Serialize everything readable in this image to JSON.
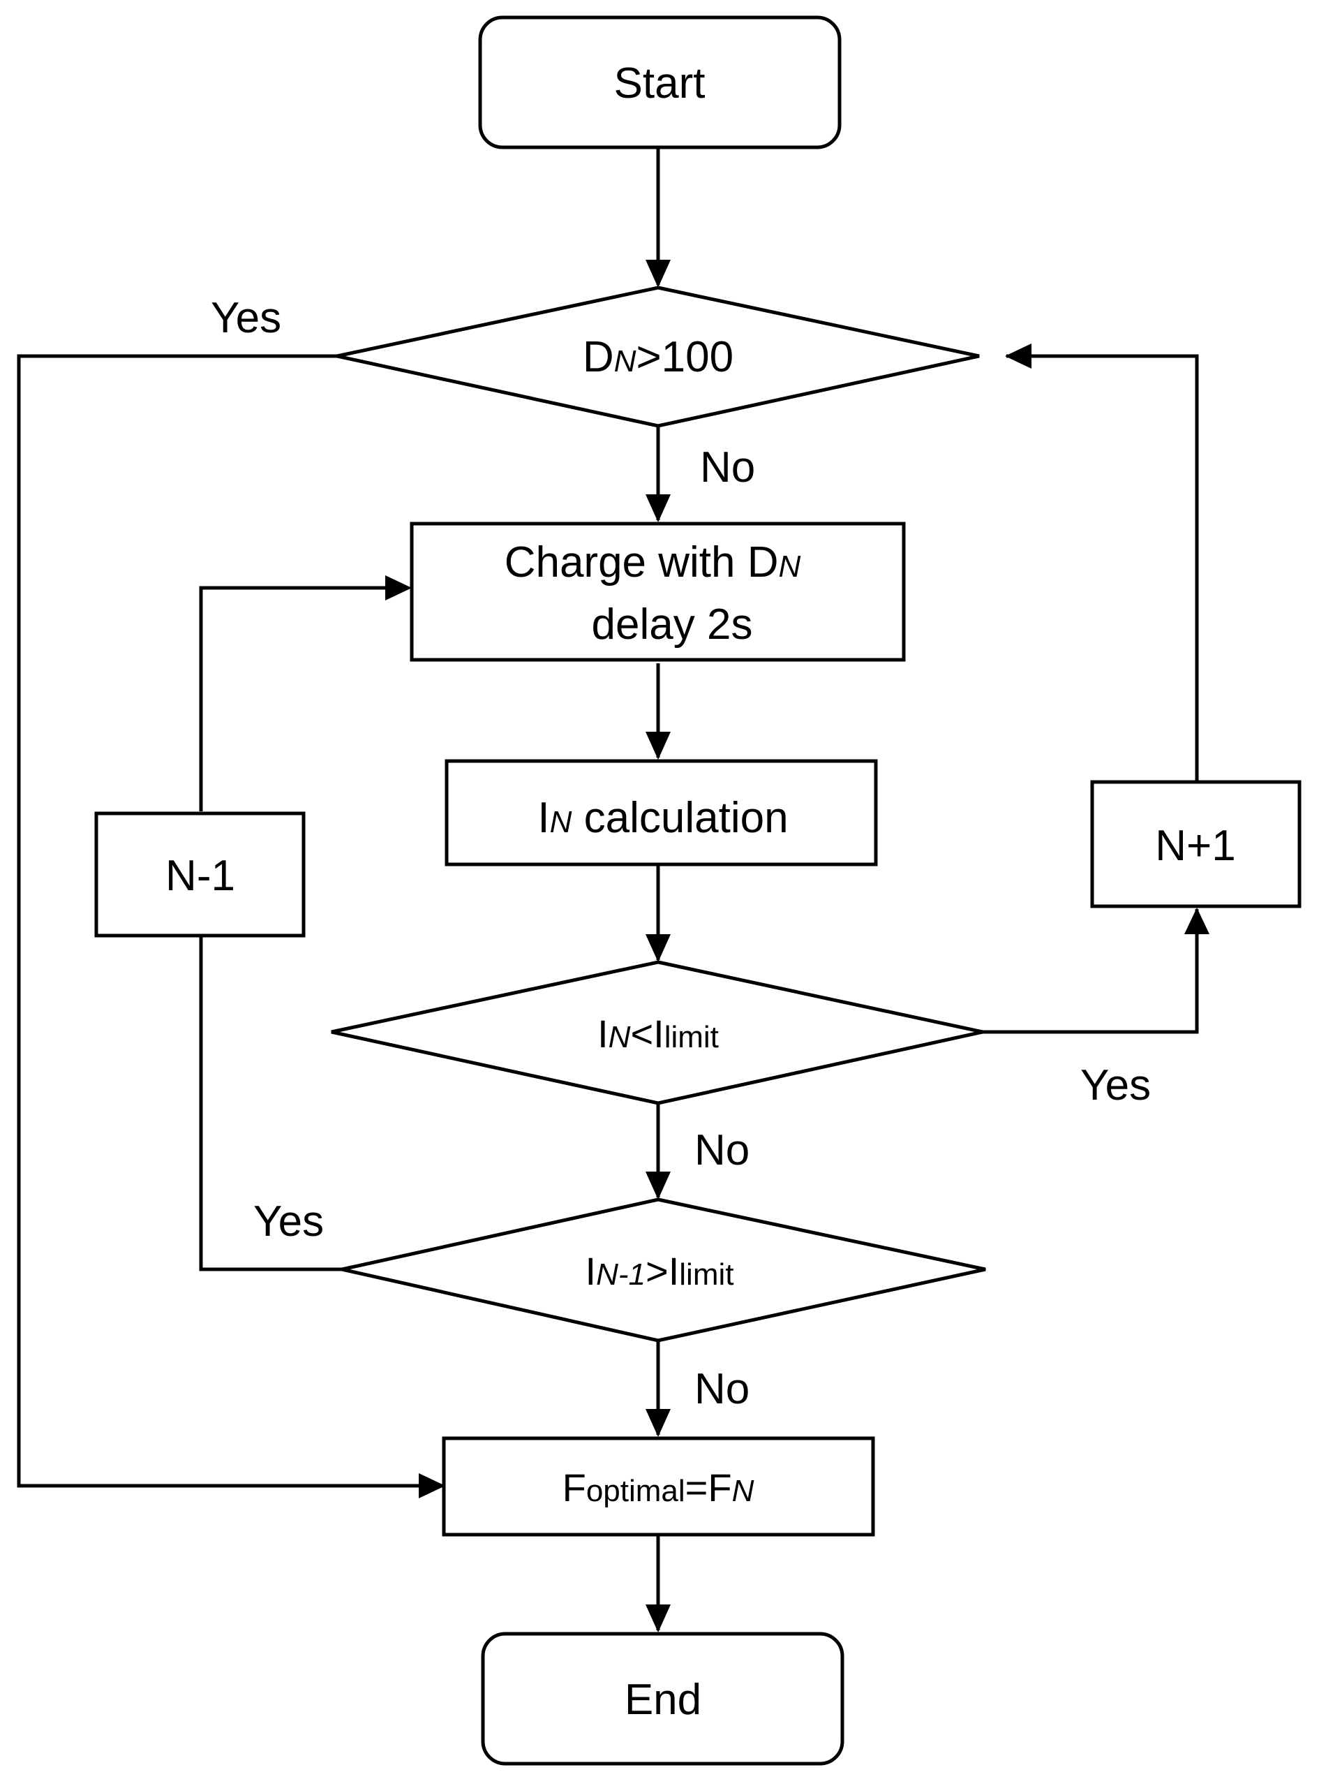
{
  "nodes": {
    "start": "Start",
    "end": "End",
    "decision_dn": {
      "base": "D",
      "sub": "N",
      "rest": ">100"
    },
    "charge": {
      "line1_text": "Charge with D",
      "line1_sub": "N",
      "line2": "delay 2s"
    },
    "in_calc": {
      "base": "I",
      "sub": "N",
      "rest": " calculation"
    },
    "decision_in": {
      "base": "I",
      "sub": "N",
      "mid": "<I",
      "sub2": "limit"
    },
    "decision_in1": {
      "base": "I",
      "sub": "N-1",
      "mid": ">I",
      "sub2": "limit"
    },
    "n_minus": "N-1",
    "n_plus": "N+1",
    "foptimal": {
      "base": "F",
      "sub": "optimal",
      "mid": "=F",
      "sub2": "N"
    }
  },
  "edges": {
    "yes_top": "Yes",
    "no_1": "No",
    "yes_right": "Yes",
    "no_2": "No",
    "yes_left": "Yes",
    "no_3": "No"
  }
}
